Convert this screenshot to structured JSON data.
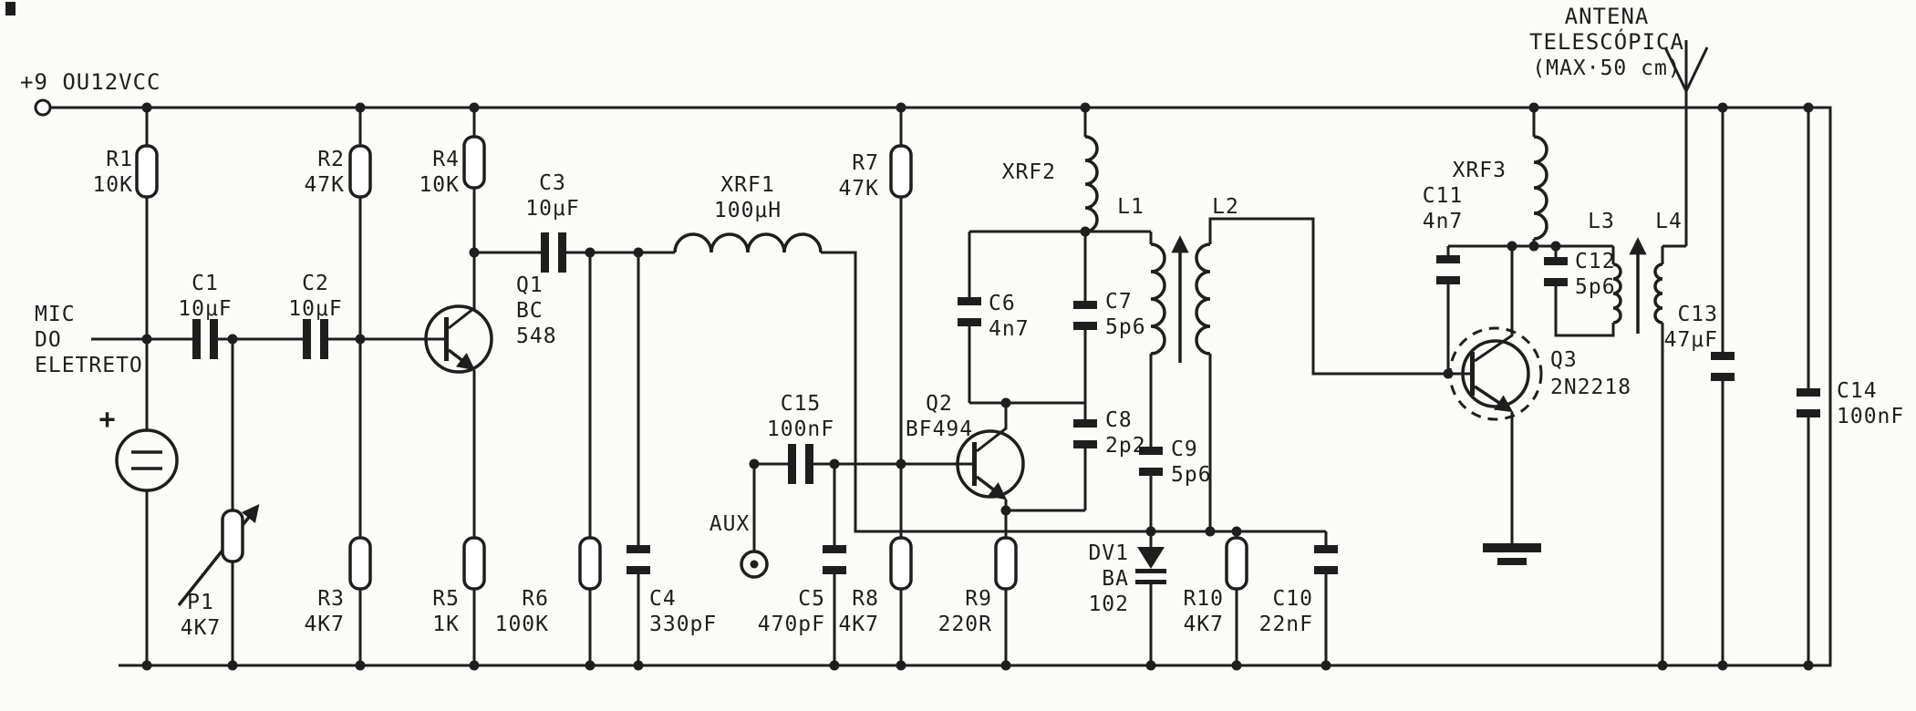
{
  "power_label": "+9 OU12VCC",
  "antenna": {
    "line1": "ANTENA",
    "line2": "TELESCÓPICA",
    "line3": "(MAX·50 cm)"
  },
  "microphone": {
    "line1": "MIC",
    "line2": "DO",
    "line3": "ELETRETO",
    "polarity": "+"
  },
  "aux_label": "AUX",
  "resistors": {
    "r1": {
      "ref": "R1",
      "value": "10K"
    },
    "r2": {
      "ref": "R2",
      "value": "47K"
    },
    "r3": {
      "ref": "R3",
      "value": "4K7"
    },
    "r4": {
      "ref": "R4",
      "value": "10K"
    },
    "r5": {
      "ref": "R5",
      "value": "1K"
    },
    "r6": {
      "ref": "R6",
      "value": "100K"
    },
    "r7": {
      "ref": "R7",
      "value": "47K"
    },
    "r8": {
      "ref": "R8",
      "value": "4K7"
    },
    "r9": {
      "ref": "R9",
      "value": "220R"
    },
    "r10": {
      "ref": "R10",
      "value": "4K7"
    }
  },
  "potentiometer": {
    "ref": "P1",
    "value": "4K7"
  },
  "capacitors": {
    "c1": {
      "ref": "C1",
      "value": "10μF"
    },
    "c2": {
      "ref": "C2",
      "value": "10μF"
    },
    "c3": {
      "ref": "C3",
      "value": "10μF"
    },
    "c4": {
      "ref": "C4",
      "value": "330pF"
    },
    "c5": {
      "ref": "C5",
      "value": "470pF"
    },
    "c6": {
      "ref": "C6",
      "value": "4n7"
    },
    "c7": {
      "ref": "C7",
      "value": "5p6"
    },
    "c8": {
      "ref": "C8",
      "value": "2p2"
    },
    "c9": {
      "ref": "C9",
      "value": "5p6"
    },
    "c10": {
      "ref": "C10",
      "value": "22nF"
    },
    "c11": {
      "ref": "C11",
      "value": "4n7"
    },
    "c12": {
      "ref": "C12",
      "value": "5p6"
    },
    "c13": {
      "ref": "C13",
      "value": "47μF"
    },
    "c14": {
      "ref": "C14",
      "value": "100nF"
    },
    "c15": {
      "ref": "C15",
      "value": "100nF"
    }
  },
  "transistors": {
    "q1": {
      "ref": "Q1",
      "line1": "BC",
      "line2": "548"
    },
    "q2": {
      "ref": "Q2",
      "type": "BF494"
    },
    "q3": {
      "ref": "Q3",
      "type": "2N2218"
    }
  },
  "inductors": {
    "xrf1": {
      "ref": "XRF1",
      "value": "100μH"
    },
    "xrf2": {
      "ref": "XRF2"
    },
    "xrf3": {
      "ref": "XRF3"
    },
    "l1": "L1",
    "l2": "L2",
    "l3": "L3",
    "l4": "L4"
  },
  "varicap": {
    "ref": "DV1",
    "line1": "BA",
    "line2": "102"
  },
  "colors": {
    "ink": "#1e1e1e",
    "paper": "#fbfbf8"
  }
}
